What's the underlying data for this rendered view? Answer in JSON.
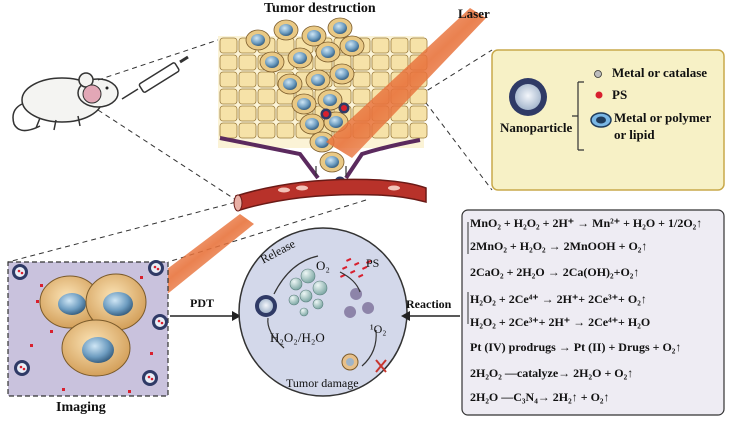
{
  "top_title": "Tumor destruction",
  "laser_label": "Laser",
  "legend": {
    "nanoparticle": "Nanoparticle",
    "items": [
      "Metal or catalase",
      "PS",
      "Metal or polymer",
      "or lipid"
    ]
  },
  "imaging_label": "Imaging",
  "pdt_label": "PDT",
  "reaction_label": "Reaction",
  "cycle": {
    "release": "Release",
    "ps": "PS",
    "o2": "O₂",
    "singlet_o2": "¹O₂",
    "h2o2": "H₂O₂/H₂O",
    "tumor_damage": "Tumor damage"
  },
  "reactions": [
    "MnO₂ + H₂O₂ + 2H⁺ → Mn²⁺ + H₂O + 1/2O₂↑",
    "2MnO₂ + H₂O₂ → 2MnOOH + O₂↑",
    "2CaO₂ + 2H₂O → 2Ca(OH)₂+O₂↑",
    "H₂O₂ + 2Ce⁴⁺ → 2H⁺+ 2Ce³⁺+ O₂↑",
    "H₂O₂ + 2Ce³⁺+ 2H⁺ → 2Ce⁴⁺+ H₂O",
    "Pt (IV) prodrugs → Pt (II) + Drugs + O₂↑",
    "2H₂O₂ —catalyze→ 2H₂O + O₂↑",
    "2H₂O —C₃N₄→ 2H₂↑ + O₂↑"
  ],
  "colors": {
    "legend_bg": "#f7f1c6",
    "legend_border": "#c9a94a",
    "imaging_bg": "#c9c2dd",
    "cycle_bg": "#d3d8ea",
    "reaction_bg": "#eeecf3",
    "laser": "#e8733c",
    "vessel": "#b8322a",
    "cell_fill": "#f6e2a8"
  }
}
